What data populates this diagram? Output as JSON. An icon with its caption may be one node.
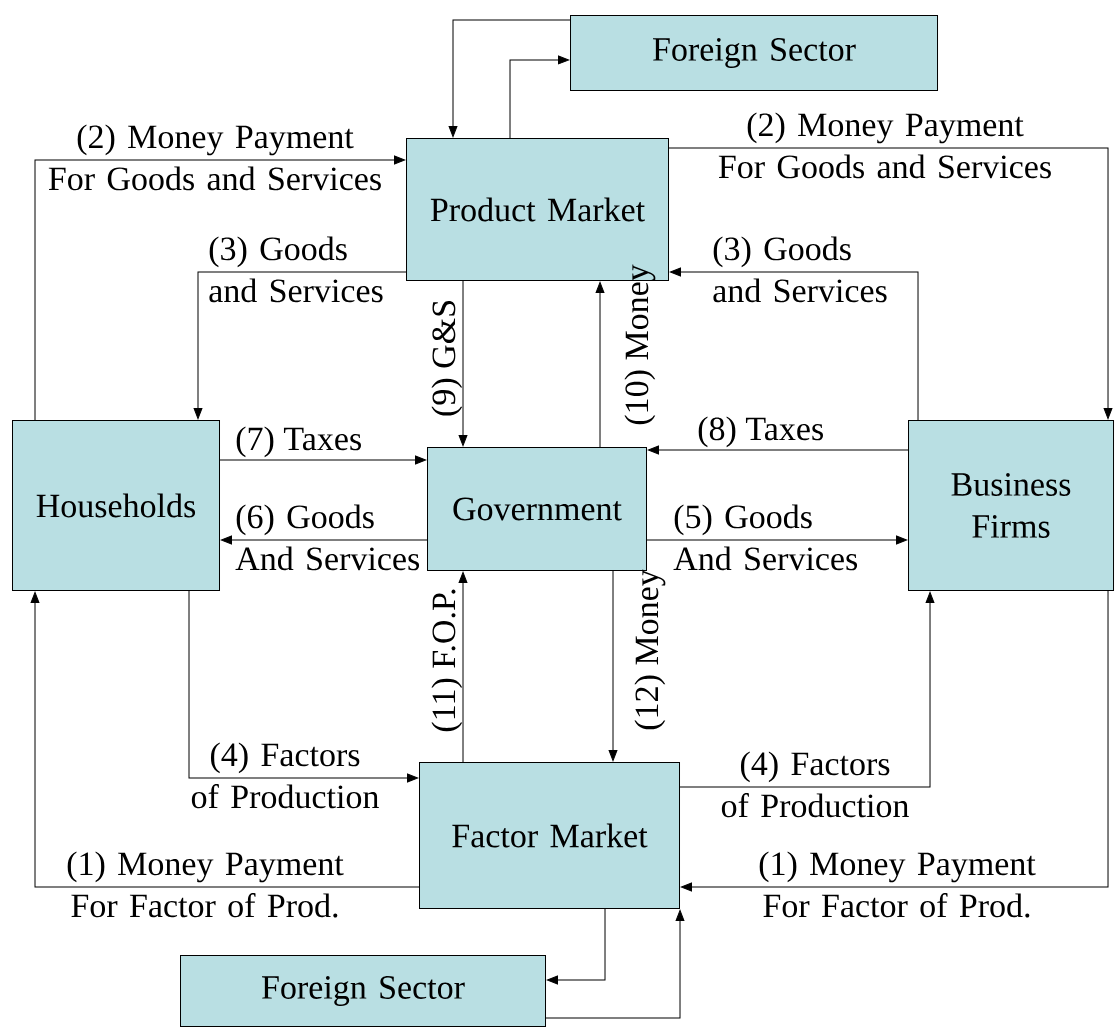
{
  "diagram": {
    "nodes": [
      {
        "text": [
          "Foreign Sector"
        ]
      },
      {
        "text": [
          "Product Market"
        ]
      },
      {
        "text": [
          "Households"
        ]
      },
      {
        "text": [
          "Government"
        ]
      },
      {
        "text": [
          "Business Firms"
        ]
      },
      {
        "text": [
          "Factor Market"
        ]
      },
      {
        "text": [
          "Foreign Sector"
        ]
      }
    ],
    "edges": [
      {
        "from": 0,
        "to": 1,
        "arrow": "to"
      },
      {
        "from": 1,
        "to": 0,
        "arrow": "to"
      },
      {
        "from": 2,
        "to": 1,
        "arrow": "to",
        "label": "(2) Money Payment For Goods and Services"
      },
      {
        "from": 1,
        "to": 4,
        "arrow": "to",
        "label": "(2) Money Payment For Goods and Services"
      },
      {
        "from": 1,
        "to": 2,
        "arrow": "to",
        "label": "(3) Goods and Services"
      },
      {
        "from": 4,
        "to": 1,
        "arrow": "to",
        "label": "(3) Goods and Services"
      },
      {
        "from": 1,
        "to": 3,
        "arrow": "to",
        "label": "(9) G&S"
      },
      {
        "from": 3,
        "to": 1,
        "arrow": "to",
        "label": "(10) Money"
      },
      {
        "from": 2,
        "to": 3,
        "arrow": "to",
        "label": "(7) Taxes"
      },
      {
        "from": 4,
        "to": 3,
        "arrow": "to",
        "label": "(8) Taxes"
      },
      {
        "from": 3,
        "to": 2,
        "arrow": "to",
        "label": "(6) Goods And Services"
      },
      {
        "from": 3,
        "to": 4,
        "arrow": "to",
        "label": "(5) Goods And Services"
      },
      {
        "from": 5,
        "to": 3,
        "arrow": "to",
        "label": "(11) F.O.P."
      },
      {
        "from": 3,
        "to": 5,
        "arrow": "to",
        "label": "(12) Money"
      },
      {
        "from": 2,
        "to": 5,
        "arrow": "to",
        "label": "(4) Factors of Production"
      },
      {
        "from": 5,
        "to": 4,
        "arrow": "to",
        "label": "(4) Factors of Production"
      },
      {
        "from": 5,
        "to": 2,
        "arrow": "to",
        "label": "(1) Money Payment For Factor of Prod."
      },
      {
        "from": 4,
        "to": 5,
        "arrow": "to",
        "label": "(1) Money Payment For Factor of Prod."
      },
      {
        "from": 5,
        "to": 6,
        "arrow": "to"
      },
      {
        "from": 6,
        "to": 5,
        "arrow": "to"
      }
    ]
  }
}
